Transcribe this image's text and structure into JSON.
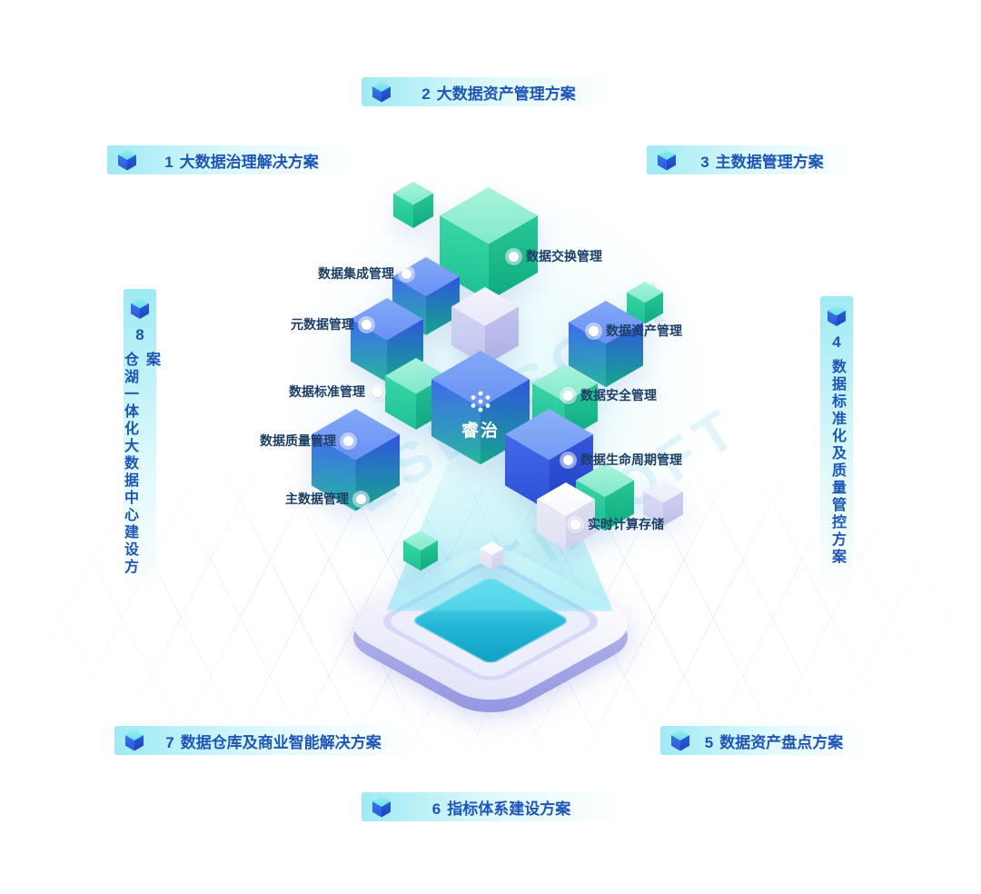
{
  "logo": {
    "text": "睿治"
  },
  "watermark": "ESENSOFT",
  "banners": {
    "top": {
      "number": "2",
      "label": "大数据资产管理方案"
    },
    "upper_left": {
      "number": "1",
      "label": "大数据治理解决方案"
    },
    "upper_right": {
      "number": "3",
      "label": "主数据管理方案"
    },
    "left": {
      "number": "8",
      "label": "仓湖一体化大数据中心建设方案"
    },
    "right": {
      "number": "4",
      "label": "数据标准化及质量管控方案"
    },
    "lower_left": {
      "number": "7",
      "label": "数据仓库及商业智能解决方案"
    },
    "lower_right": {
      "number": "5",
      "label": "数据资产盘点方案"
    },
    "bottom": {
      "number": "6",
      "label": "指标体系建设方案"
    }
  },
  "modules": [
    {
      "label": "数据集成管理",
      "side": "left"
    },
    {
      "label": "数据交换管理",
      "side": "right"
    },
    {
      "label": "元数据管理",
      "side": "left"
    },
    {
      "label": "数据资产管理",
      "side": "right"
    },
    {
      "label": "数据标准管理",
      "side": "left"
    },
    {
      "label": "数据安全管理",
      "side": "right"
    },
    {
      "label": "数据质量管理",
      "side": "left"
    },
    {
      "label": "数据生命周期管理",
      "side": "right"
    },
    {
      "label": "主数据管理",
      "side": "left"
    },
    {
      "label": "实时计算存储",
      "side": "right"
    }
  ],
  "colors": {
    "banner_text": "#1d55b8",
    "banner_bg": "#9ae9f3",
    "label_text": "#1d3f66",
    "cube_blue": "#2f5fe0",
    "cube_teal": "#23cba0",
    "cube_purple": "#c9cbf0",
    "platform_teal": "#2cc0da"
  }
}
